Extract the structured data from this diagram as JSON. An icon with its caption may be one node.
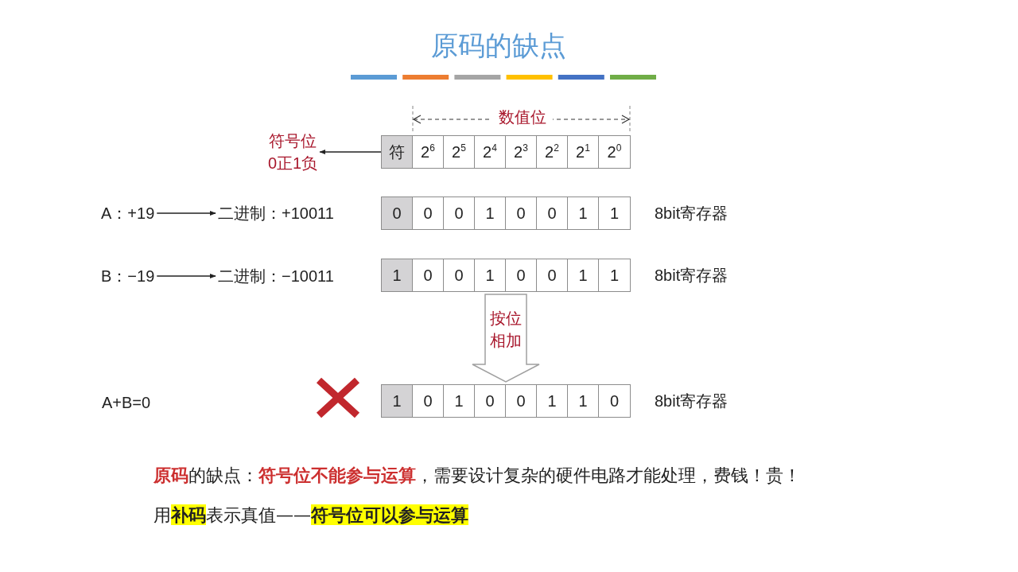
{
  "diagram": {
    "title": "原码的缺点",
    "nodes": [
      {
        "text": [
          "符号位",
          "0正1负"
        ]
      },
      {
        "text": [],
        "shape": "box"
      },
      {
        "text": [
          "符"
        ],
        "in": 1
      },
      {
        "text": [
          "2$^{6}$"
        ],
        "in": 1
      },
      {
        "text": [
          "2$^{5}$"
        ],
        "in": 1
      },
      {
        "text": [
          "2$^{4}$"
        ],
        "in": 1
      },
      {
        "text": [
          "2$^{3}$"
        ],
        "in": 1
      },
      {
        "text": [
          "2$^{2}$"
        ],
        "in": 1
      },
      {
        "text": [
          "2$^{1}$"
        ],
        "in": 1
      },
      {
        "text": [
          "2$^{0}$"
        ],
        "in": 1
      },
      {
        "text": [
          "A：+19"
        ]
      },
      {
        "text": [
          "二进制：+10011"
        ]
      },
      {
        "text": [],
        "shape": "box",
        "beside": [
          "8bit寄存器"
        ]
      },
      {
        "text": [
          "0"
        ],
        "in": 12
      },
      {
        "text": [
          "0"
        ],
        "in": 12
      },
      {
        "text": [
          "0"
        ],
        "in": 12
      },
      {
        "text": [
          "1"
        ],
        "in": 12
      },
      {
        "text": [
          "0"
        ],
        "in": 12
      },
      {
        "text": [
          "0"
        ],
        "in": 12
      },
      {
        "text": [
          "1"
        ],
        "in": 12
      },
      {
        "text": [
          "1"
        ],
        "in": 12
      },
      {
        "text": [
          "B：−19"
        ]
      },
      {
        "text": [
          "二进制：−10011"
        ]
      },
      {
        "text": [],
        "shape": "box",
        "beside": [
          "8bit寄存器"
        ]
      },
      {
        "text": [
          "1"
        ],
        "in": 23
      },
      {
        "text": [
          "0"
        ],
        "in": 23
      },
      {
        "text": [
          "0"
        ],
        "in": 23
      },
      {
        "text": [
          "1"
        ],
        "in": 23
      },
      {
        "text": [
          "0"
        ],
        "in": 23
      },
      {
        "text": [
          "0"
        ],
        "in": 23
      },
      {
        "text": [
          "1"
        ],
        "in": 23
      },
      {
        "text": [
          "1"
        ],
        "in": 23
      },
      {
        "text": [],
        "shape": "box",
        "beside": [
          "8bit寄存器"
        ]
      },
      {
        "text": [
          "1"
        ],
        "in": 32
      },
      {
        "text": [
          "0"
        ],
        "in": 32
      },
      {
        "text": [
          "1"
        ],
        "in": 32
      },
      {
        "text": [
          "0"
        ],
        "in": 32
      },
      {
        "text": [
          "0"
        ],
        "in": 32
      },
      {
        "text": [
          "1"
        ],
        "in": 32
      },
      {
        "text": [
          "1"
        ],
        "in": 32
      },
      {
        "text": [
          "0"
        ],
        "in": 32
      }
    ],
    "edges": [
      {
        "from": 2,
        "to": 0,
        "arrow": "to"
      },
      {
        "from": 10,
        "to": 11,
        "arrow": "to"
      },
      {
        "from": 21,
        "to": 22,
        "arrow": "to"
      },
      {
        "from": 23,
        "to": 32,
        "arrow": "to",
        "label": "按位相加",
        "style": "thick",
        "color": "#a0a0a0"
      }
    ],
    "labels": [
      "数值位",
      "A+B=0",
      "**原码**的缺点：**符号位不能参与运算**，需要设计复杂的硬件电路才能处理，费钱！贵！",
      "用**补码**表示真值——**符号位可以参与运算**"
    ]
  }
}
